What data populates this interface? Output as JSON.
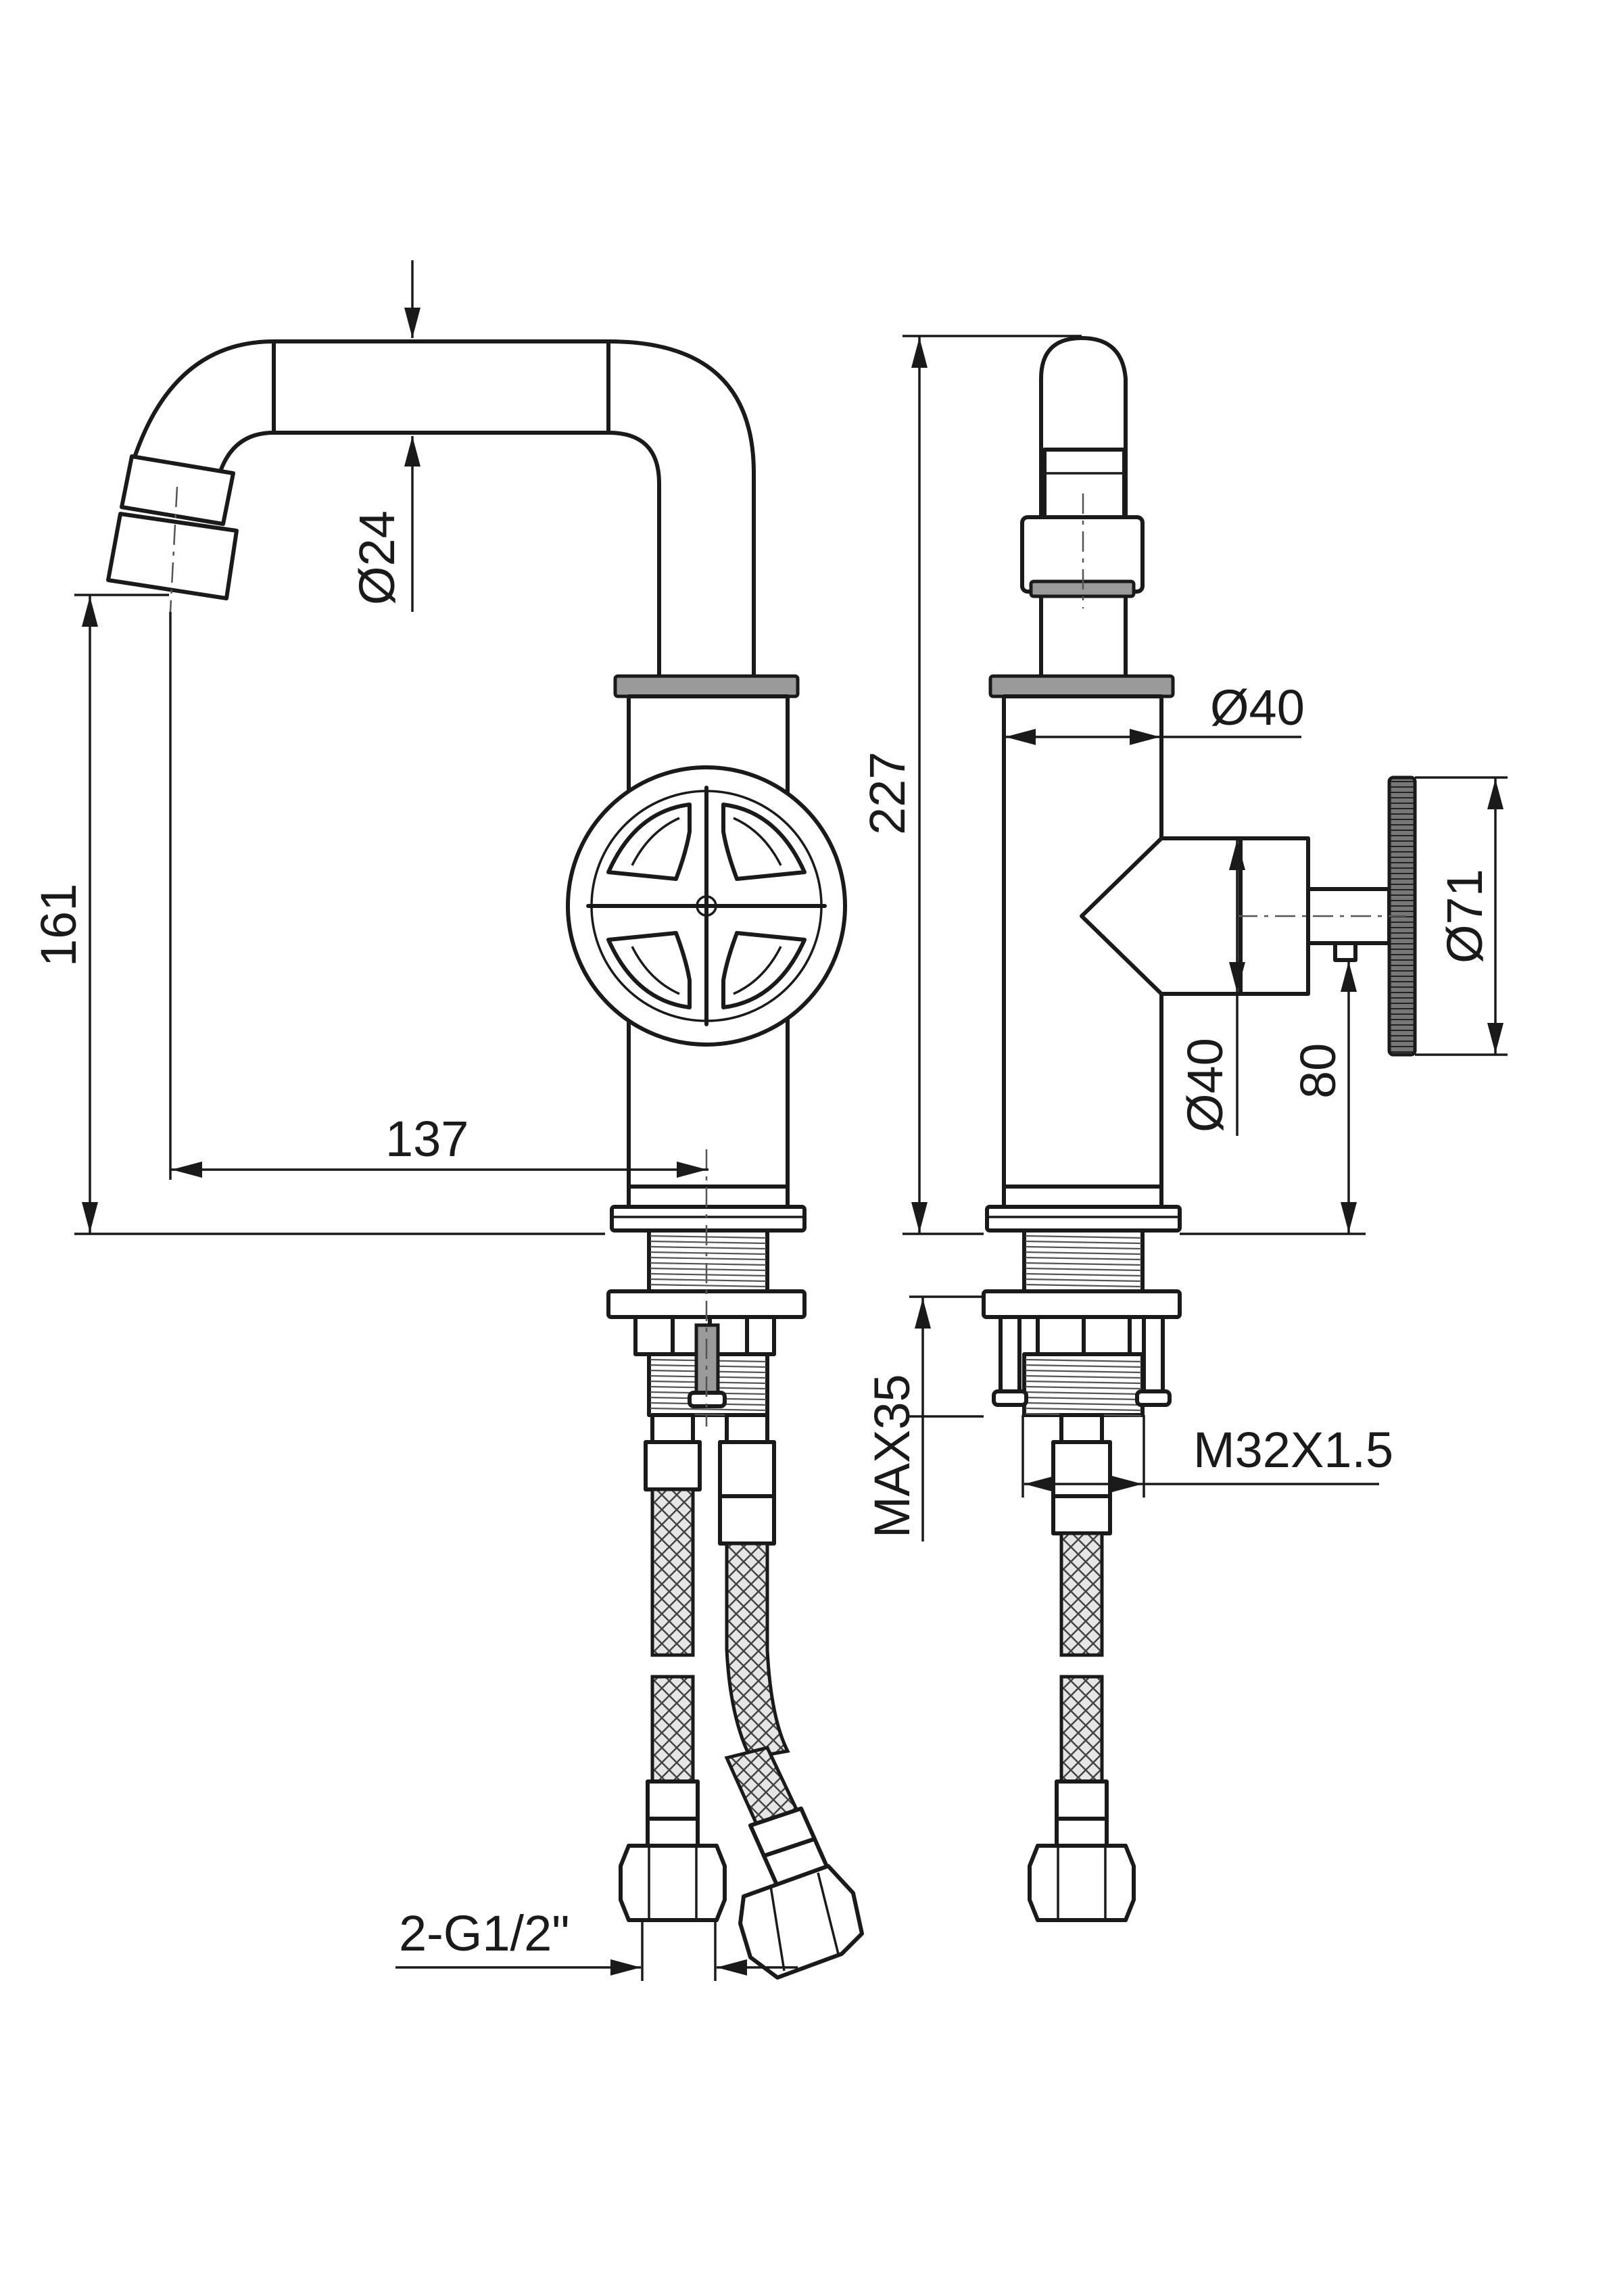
{
  "drawing": {
    "dimensions": {
      "outlet_diameter": "Ø24",
      "spout_reach": "137",
      "outlet_height": "161",
      "total_height": "227",
      "body_diameter": "Ø40",
      "body_side_diameter": "Ø40",
      "handle_diameter": "Ø71",
      "handle_axis_height": "80",
      "max_deck_thickness": "MAX35",
      "shank_thread": "M32X1.5",
      "hose_connection": "2-G1/2\""
    }
  }
}
